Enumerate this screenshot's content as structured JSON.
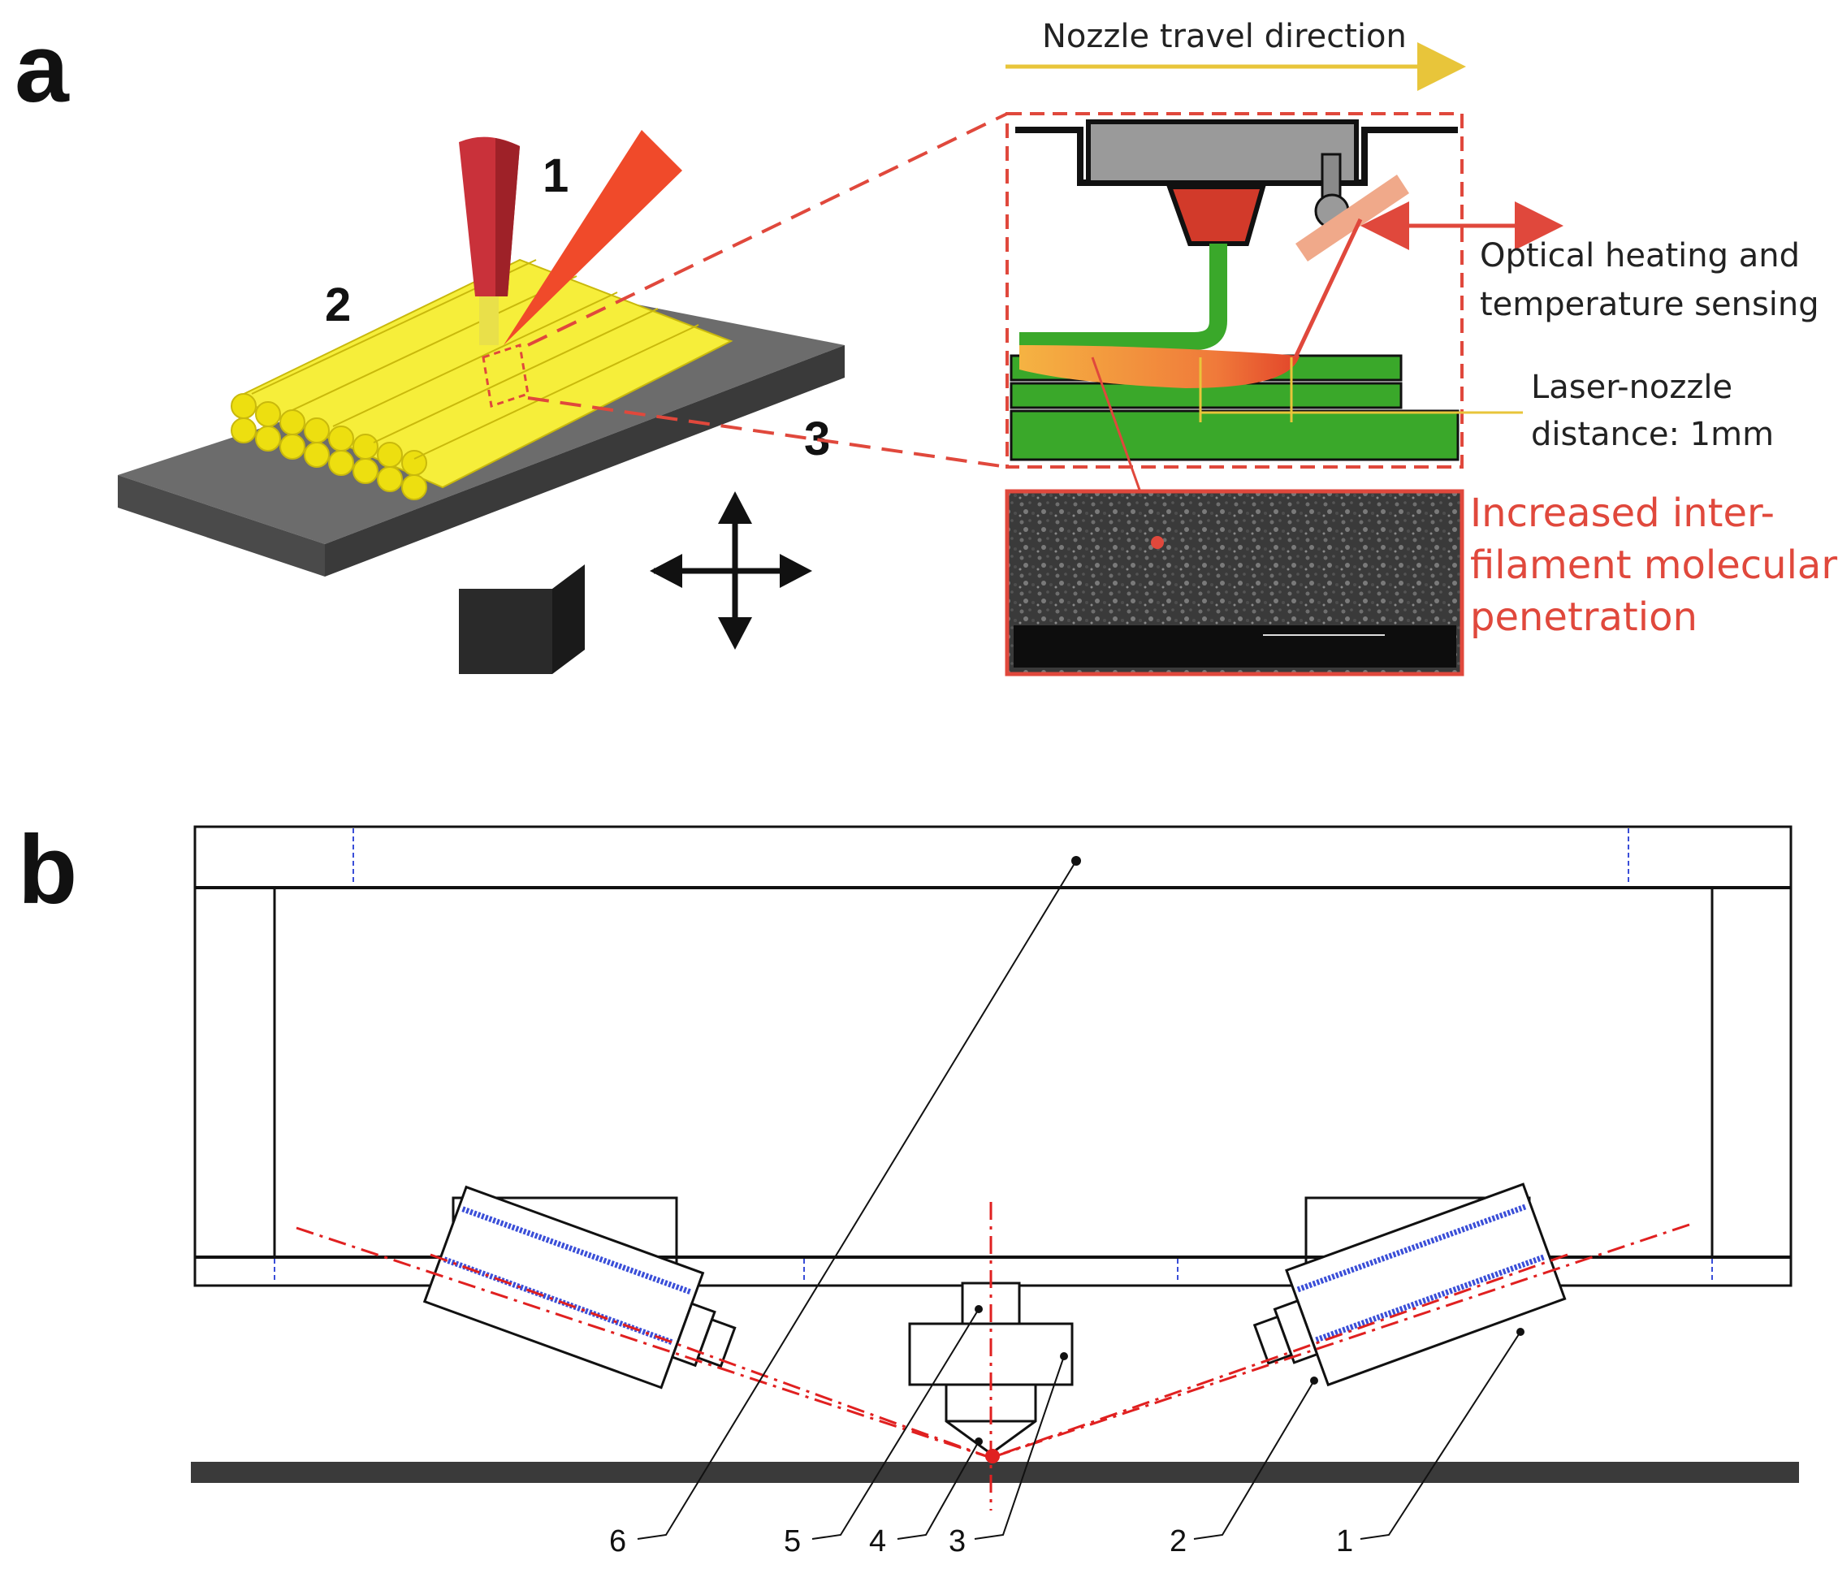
{
  "panel_a": {
    "letter": "a",
    "labels": {
      "nozzle": "1",
      "filaments": "2",
      "bed": "3"
    },
    "detail": {
      "travel_direction": "Nozzle travel direction",
      "optical_line1": "Optical heating and",
      "optical_line2": "temperature sensing",
      "laser_line1": "Laser-nozzle",
      "laser_line2": "distance:  1mm",
      "increased_line1": "Increased inter-",
      "increased_line2": "filament molecular",
      "increased_line3": "penetration"
    },
    "colors": {
      "nozzle": "#c9313a",
      "laser": "#f04a2a",
      "filament_yellow": "#f3ea1a",
      "filament_green": "#3aa82a",
      "bed": "#555555",
      "travel_arrow": "#e8c53a",
      "callout_red": "#e0483c"
    }
  },
  "panel_b": {
    "letter": "b",
    "callouts": [
      "6",
      "5",
      "4",
      "3",
      "2",
      "1"
    ],
    "colors": {
      "drawing": "#111111",
      "hidden_lines": "#3a4ed8",
      "beam": "#e02020"
    }
  }
}
